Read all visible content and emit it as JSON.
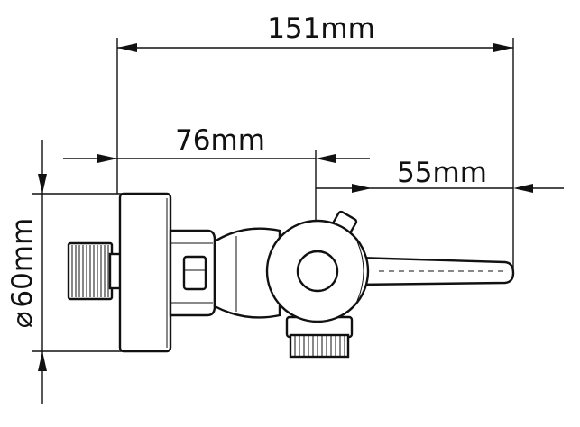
{
  "dimensions": {
    "overall_length": "151mm",
    "center_distance": "76mm",
    "lever_length": "55mm",
    "diameter": "60mm",
    "diameter_symbol": "⌀"
  },
  "colors": {
    "line": "#111111",
    "background": "#ffffff"
  }
}
